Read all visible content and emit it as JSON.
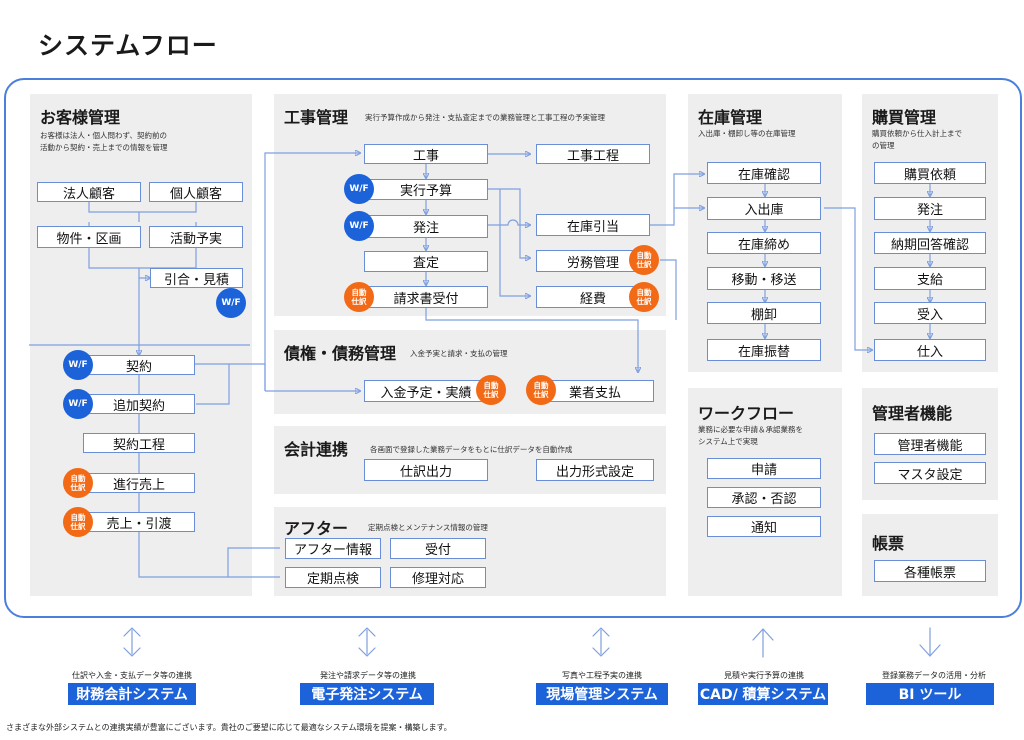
{
  "title": "システムフロー",
  "colors": {
    "frame": "#4a7fdc",
    "box_border": "#6a8ed6",
    "wf_badge": "#1c63d9",
    "auto_badge": "#f26a16",
    "ext_system": "#1c63d9"
  },
  "badges": {
    "wf": "W/F",
    "auto": "自動\n仕訳"
  },
  "customer": {
    "title": "お客様管理",
    "desc1": "お客様は法人・個人問わず、契約前の",
    "desc2": "活動から契約・売上までの情報を管理",
    "items": [
      "法人顧客",
      "個人顧客",
      "物件・区画",
      "活動予実",
      "引合・見積",
      "契約",
      "追加契約",
      "契約工程",
      "進行売上",
      "売上・引渡"
    ]
  },
  "construction": {
    "title": "工事管理",
    "desc": "実行予算作成から発注・支払査定までの業務管理と工事工程の予実管理",
    "items": [
      "工事",
      "工事工程",
      "実行予算",
      "発注",
      "査定",
      "請求書受付",
      "在庫引当",
      "労務管理",
      "経費"
    ]
  },
  "credit": {
    "title": "債権・債務管理",
    "desc": "入金予実と請求・支払の管理",
    "items": [
      "入金予定・実績",
      "業者支払"
    ]
  },
  "accounting": {
    "title": "会計連携",
    "desc": "各画面で登録した業務データをもとに仕訳データを自動作成",
    "items": [
      "仕訳出力",
      "出力形式設定"
    ]
  },
  "after": {
    "title": "アフター",
    "desc": "定期点検とメンテナンス情報の管理",
    "items": [
      "アフター情報",
      "受付",
      "定期点検",
      "修理対応"
    ]
  },
  "inventory": {
    "title": "在庫管理",
    "desc": "入出庫・棚卸し等の在庫管理",
    "items": [
      "在庫確認",
      "入出庫",
      "在庫締め",
      "移動・移送",
      "棚卸",
      "在庫振替"
    ]
  },
  "workflow": {
    "title": "ワークフロー",
    "desc1": "業務に必要な申請＆承認業務を",
    "desc2": "システム上で実現",
    "items": [
      "申請",
      "承認・否認",
      "通知"
    ]
  },
  "purchase": {
    "title": "購買管理",
    "desc1": "購買依頼から仕入計上まで",
    "desc2": "の管理",
    "items": [
      "購買依頼",
      "発注",
      "納期回答確認",
      "支給",
      "受入",
      "仕入"
    ]
  },
  "admin": {
    "title": "管理者機能",
    "items": [
      "管理者機能",
      "マスタ設定"
    ]
  },
  "forms": {
    "title": "帳票",
    "items": [
      "各種帳票"
    ]
  },
  "external": [
    {
      "label": "仕訳や入金・支払データ等の連携",
      "system": "財務会計システム",
      "arrow": "both"
    },
    {
      "label": "発注や請求データ等の連携",
      "system": "電子発注システム",
      "arrow": "both"
    },
    {
      "label": "写真や工程予実の連携",
      "system": "現場管理システム",
      "arrow": "both"
    },
    {
      "label": "見積や実行予算の連携",
      "system": "CAD/ 積算システム",
      "arrow": "up"
    },
    {
      "label": "登録業務データの活用・分析",
      "system": "BI ツール",
      "arrow": "down"
    }
  ],
  "footer": "さまざまな外部システムとの連携実績が豊富にございます。貴社のご要望に応じて最適なシステム環境を提案・構築します。"
}
